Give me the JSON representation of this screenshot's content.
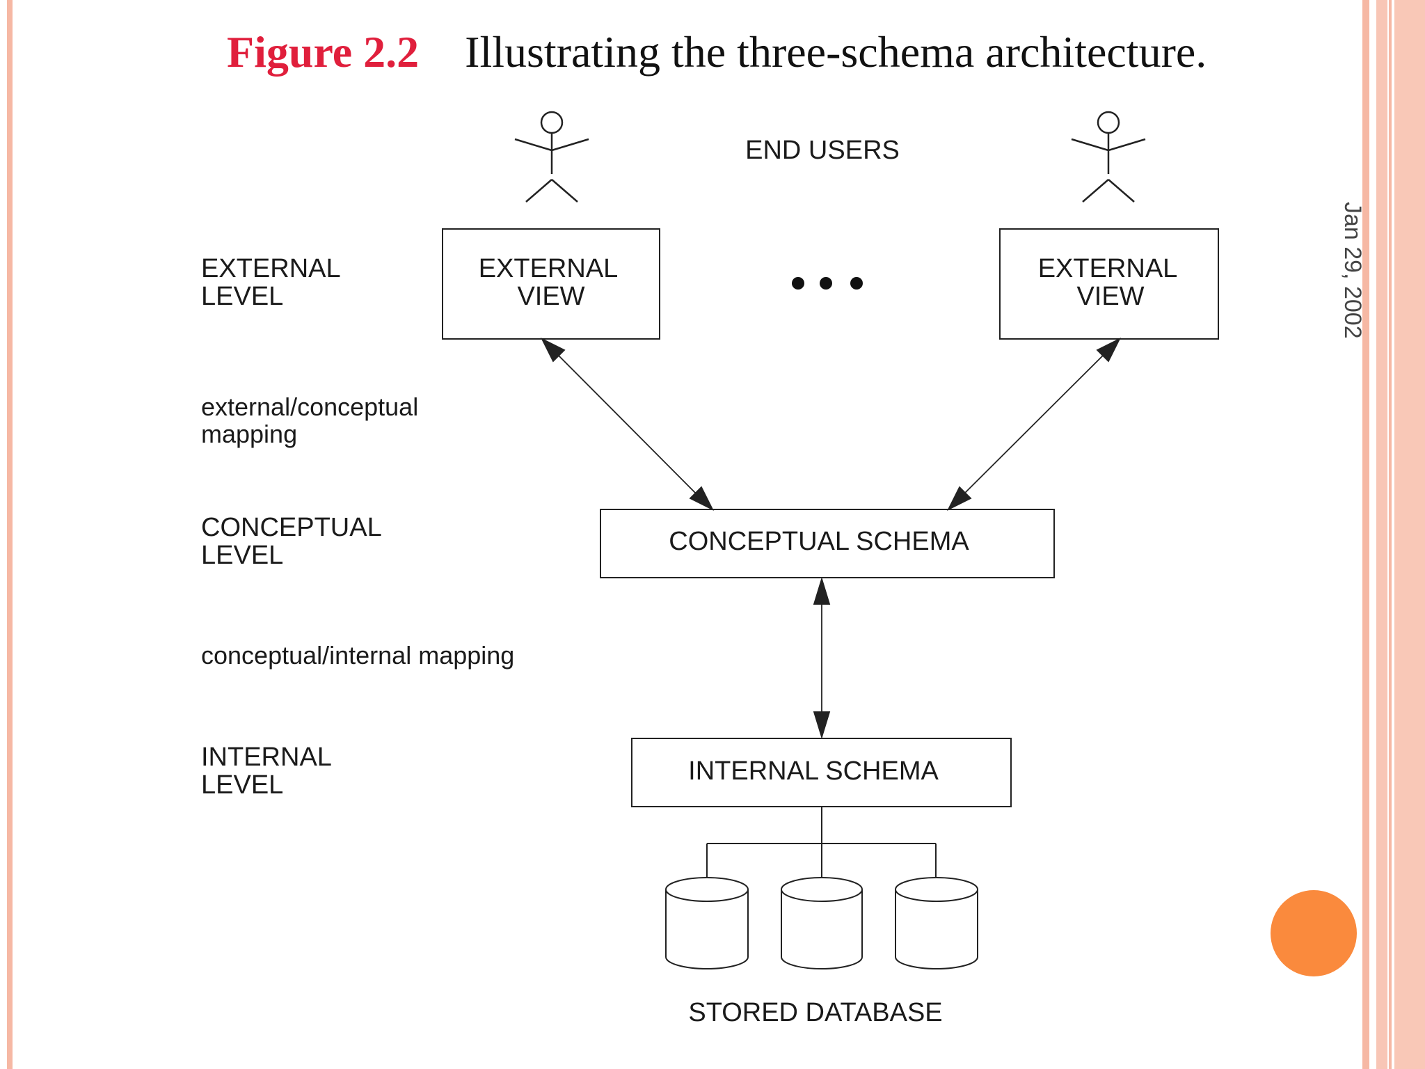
{
  "title": {
    "figure": "Figure 2.2",
    "caption": "Illustrating the three-schema architecture."
  },
  "date": "Jan 29, 2002",
  "diagram": {
    "end_users": "END USERS",
    "ellipsis": "• • •",
    "levels": {
      "external": [
        "EXTERNAL",
        "LEVEL"
      ],
      "ext_mapping": [
        "external/conceptual",
        "mapping"
      ],
      "conceptual": [
        "CONCEPTUAL",
        "LEVEL"
      ],
      "int_mapping": "conceptual/internal mapping",
      "internal": [
        "INTERNAL",
        "LEVEL"
      ]
    },
    "external_view_left": [
      "EXTERNAL",
      "VIEW"
    ],
    "external_view_right": [
      "EXTERNAL",
      "VIEW"
    ],
    "conceptual_schema": "CONCEPTUAL SCHEMA",
    "internal_schema": "INTERNAL SCHEMA",
    "stored_database": "STORED DATABASE"
  },
  "colors": {
    "figure_label": "#e01f3c",
    "accent_circle": "#fa8a3d",
    "border_stripes": "#f6b8a4"
  }
}
